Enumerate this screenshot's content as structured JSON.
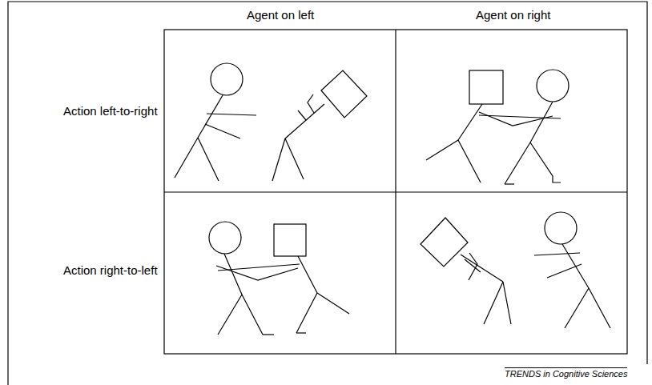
{
  "diagram": {
    "labels": [
      "Agent on left",
      "Agent on right",
      "Action left-to-right",
      "Action right-to-left",
      "TRENDS in Cognitive Sciences"
    ]
  }
}
